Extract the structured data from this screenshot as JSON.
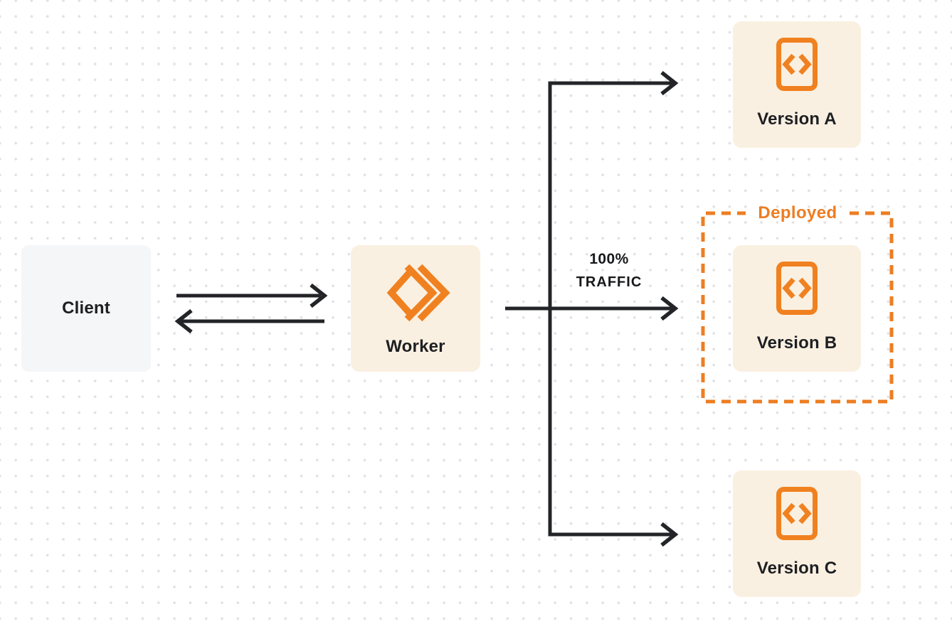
{
  "diagram": {
    "nodes": {
      "client": {
        "label": "Client"
      },
      "worker": {
        "label": "Worker",
        "icon": "workers-logo-icon"
      },
      "version_a": {
        "label": "Version A",
        "icon": "code-icon"
      },
      "version_b": {
        "label": "Version B",
        "icon": "code-icon"
      },
      "version_c": {
        "label": "Version C",
        "icon": "code-icon"
      }
    },
    "labels": {
      "deployed": "Deployed",
      "traffic_percent": "100%",
      "traffic_word": "TRAFFIC"
    },
    "colors": {
      "accent_orange": "#F08120",
      "deployed_orange": "#ED7D22",
      "node_cream_bg": "#FAF0E1",
      "client_gray_bg": "#F5F6F7",
      "line_black": "#232427",
      "text_black": "#1D1F23",
      "dot_grid": "#E2E2E4"
    }
  }
}
